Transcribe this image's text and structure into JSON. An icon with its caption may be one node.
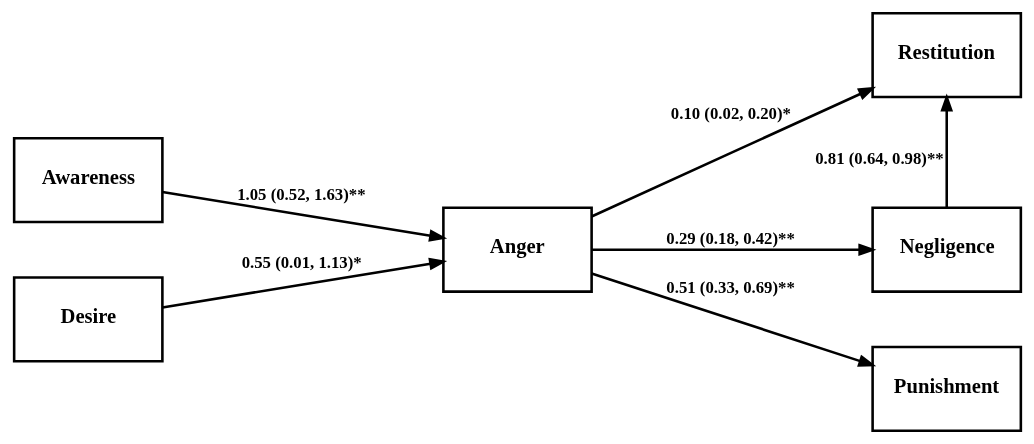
{
  "diagram": {
    "nodes": [
      {
        "text": [
          "Awareness"
        ]
      },
      {
        "text": [
          "Desire"
        ]
      },
      {
        "text": [
          "Anger"
        ]
      },
      {
        "text": [
          "Restitution"
        ]
      },
      {
        "text": [
          "Negligence"
        ]
      },
      {
        "text": [
          "Punishment"
        ]
      }
    ],
    "edges": [
      {
        "from": 0,
        "to": 2,
        "arrow": "to",
        "label": "1.05 (0.52, 1.63)**"
      },
      {
        "from": 1,
        "to": 2,
        "arrow": "to",
        "label": "0.55 (0.01, 1.13)*"
      },
      {
        "from": 2,
        "to": 3,
        "arrow": "to",
        "label": "0.10 (0.02, 0.20)*"
      },
      {
        "from": 2,
        "to": 4,
        "arrow": "to",
        "label": "0.29 (0.18, 0.42)**"
      },
      {
        "from": 2,
        "to": 5,
        "arrow": "to",
        "label": "0.51 (0.33, 0.69)**"
      },
      {
        "from": 4,
        "to": 3,
        "arrow": "to",
        "label": "0.81 (0.64, 0.98)**"
      }
    ]
  }
}
